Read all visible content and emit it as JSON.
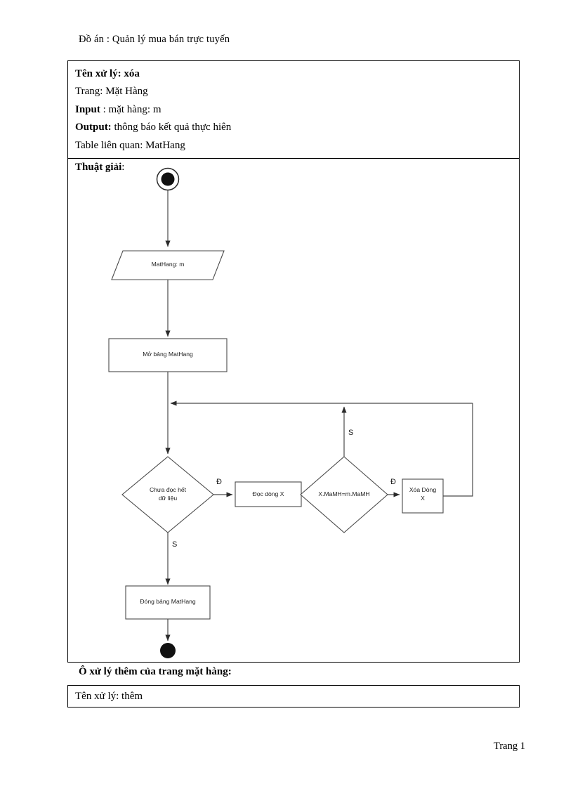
{
  "document": {
    "header": "Đồ án : Quản lý mua  bán trực tuyến",
    "footer": "Trang  1"
  },
  "spec_table": {
    "rows": [
      {
        "label": "Tên xử lý:",
        "value": " xóa",
        "bold_all": true
      },
      {
        "label": "Trang:",
        "value": "  Mặt Hàng",
        "bold_all": false
      },
      {
        "label": "Input",
        "value": " : mặt hàng: m",
        "bold_all": false
      },
      {
        "label": "Output:",
        "value": " thông báo kết quả thực hiên",
        "bold_all": false
      },
      {
        "label": "Table  liên quan:",
        "value": "  MatHang",
        "bold_all": false
      }
    ],
    "algorithm_label": "Thuật  giải",
    "algorithm_label_suffix": ":"
  },
  "flowchart": {
    "type": "activity-diagram",
    "nodes": [
      {
        "id": "start",
        "shape": "initial-node",
        "label": ""
      },
      {
        "id": "input",
        "shape": "parallelogram",
        "label": "MatHang: m"
      },
      {
        "id": "open",
        "shape": "rectangle",
        "label": "Mở bảng MatHang"
      },
      {
        "id": "loop",
        "shape": "diamond",
        "label": "Chưa đọc hết\ndữ liệu"
      },
      {
        "id": "read",
        "shape": "rectangle",
        "label": "Đọc dòng X"
      },
      {
        "id": "compare",
        "shape": "diamond",
        "label": "X.MaMH=m.MaMH"
      },
      {
        "id": "delete",
        "shape": "rectangle",
        "label": "Xóa Dòng\nX"
      },
      {
        "id": "close",
        "shape": "rectangle",
        "label": "Đóng bảng MatHang"
      },
      {
        "id": "end",
        "shape": "final-node",
        "label": ""
      }
    ],
    "edge_labels": {
      "loop_true": "Đ",
      "loop_false": "S",
      "compare_true": "Đ",
      "compare_false": "S"
    }
  },
  "caption": "Ô xử lý thêm của trang mặt hàng:",
  "bottom_table": {
    "label": "Tên xử lý:",
    "value": " thêm"
  },
  "colors": {
    "ink": "#000000",
    "node_stroke": "#3a3a3a",
    "paper": "#ffffff"
  }
}
